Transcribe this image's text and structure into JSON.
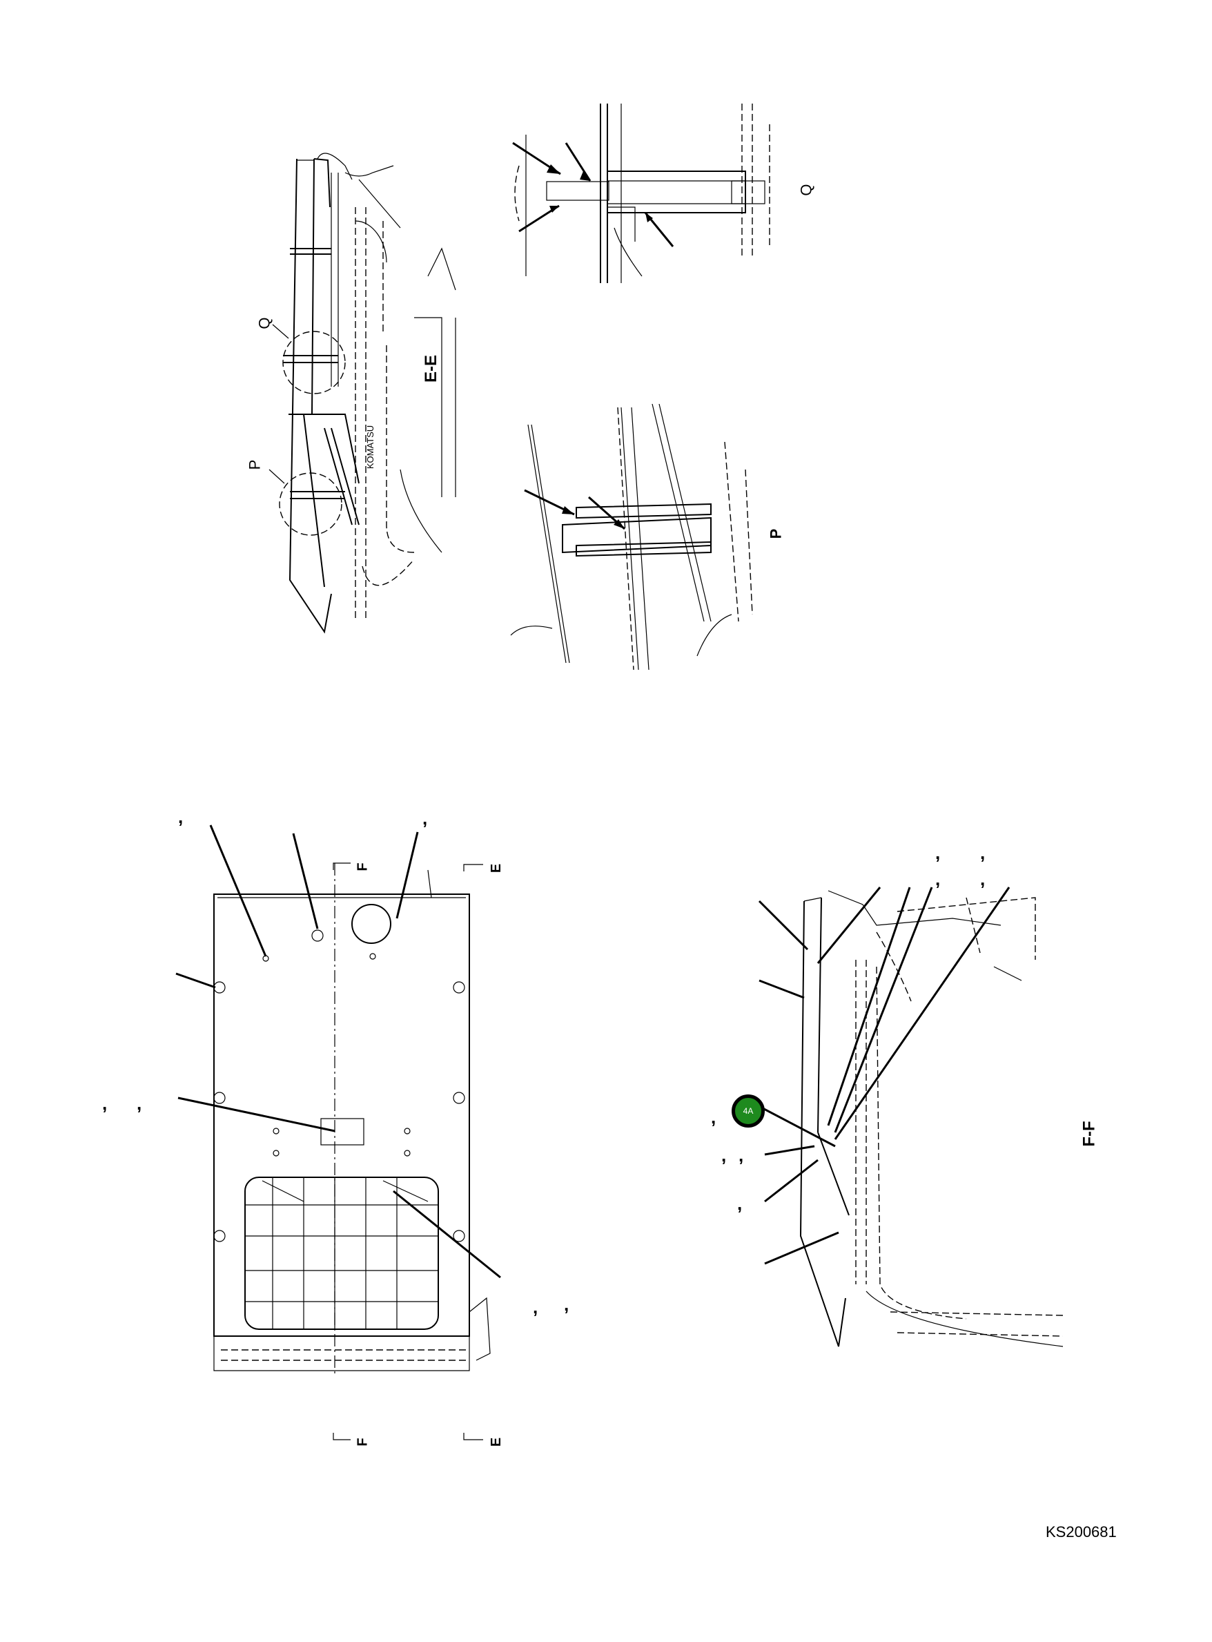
{
  "document": {
    "id": "KS200681",
    "type": "parts illustration"
  },
  "views": {
    "section_ee": {
      "title": "E-E",
      "detail_labels": [
        "Q",
        "P"
      ],
      "embossed_text": "KOMATSU"
    },
    "detail_q": {
      "title": "Q",
      "arrow_count": 4
    },
    "detail_p": {
      "title": "P",
      "arrow_count": 2
    },
    "bottom_plan": {
      "section_markers": {
        "top_f": "F",
        "top_e": "E",
        "bottom_f": "F",
        "bottom_e": "E"
      },
      "callout_separators": [
        ",",
        ",",
        ",",
        ",",
        ",",
        ","
      ]
    },
    "section_ff": {
      "title": "F-F",
      "badge": {
        "label": "4A",
        "color": "#1e8a1e"
      },
      "callout_separators": [
        ",",
        ",",
        ",",
        ",",
        ",",
        ",",
        ",",
        ","
      ]
    }
  }
}
